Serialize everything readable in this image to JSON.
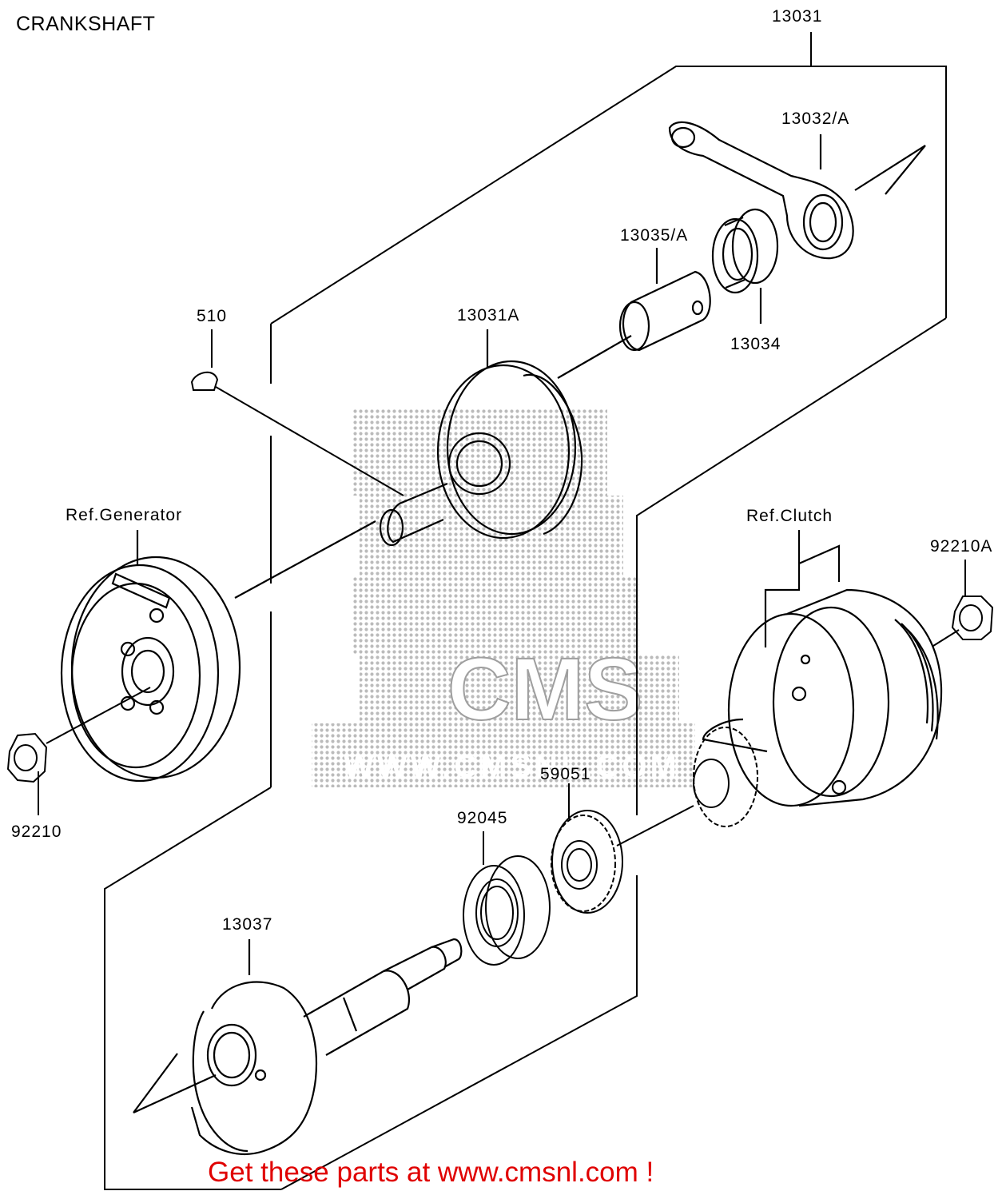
{
  "title": "CRANKSHAFT",
  "footer_text": "Get these parts at www.cmsnl.com !",
  "watermark": {
    "logo_text": "CMS",
    "url_text": "WWW.CMSNL.COM"
  },
  "colors": {
    "line": "#000000",
    "footer": "#e00000",
    "watermark": "#bdbdbd"
  },
  "labels": {
    "p13031": "13031",
    "p13032": "13032/A",
    "p13035": "13035/A",
    "p13031A": "13031A",
    "p13034": "13034",
    "p510": "510",
    "refGenerator": "Ref.Generator",
    "refClutch": "Ref.Clutch",
    "p92210A": "92210A",
    "p92210": "92210",
    "p59051": "59051",
    "p92045": "92045",
    "p13037": "13037"
  }
}
